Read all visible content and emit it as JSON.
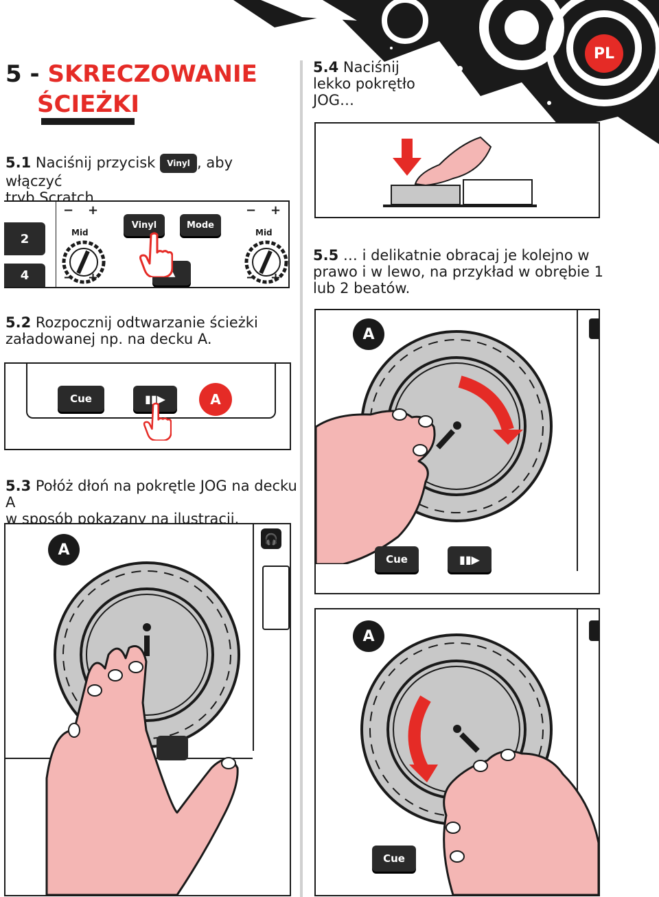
{
  "header": {
    "section_number": "5 -",
    "title_line1": "SKRECZOWANIE",
    "title_line2": "ŚCIEŻKI",
    "language_badge": "PL"
  },
  "steps": [
    {
      "num": "5.1",
      "text_before": "Naciśnij przycisk",
      "inline_button": "Vinyl",
      "text_after": ", aby włączyć",
      "text_line2": "tryb Scratch."
    },
    {
      "num": "5.2",
      "text_line1": "Rozpocznij odtwarzanie ścieżki",
      "text_line2": "załadowanej np. na decku A."
    },
    {
      "num": "5.3",
      "text_line1": "Połóż dłoń na pokrętle JOG na decku A",
      "text_line2": "w sposób pokazany na ilustracji."
    },
    {
      "num": "5.4",
      "text_line1": "Naciśnij",
      "text_line2": "lekko pokrętło",
      "text_line3": "JOG…"
    },
    {
      "num": "5.5",
      "text_line1": "… i delikatnie obracaj je kolejno w",
      "text_line2": "prawo i w lewo, na przykład w obrębie 1",
      "text_line3": "lub 2 beatów."
    }
  ],
  "controller_51": {
    "deck_left_top": "2",
    "deck_left_bottom": "4",
    "knob_left_label": "Mid",
    "knob_right_label": "Mid",
    "vinyl_button": "Vinyl",
    "mode_button": "Mode",
    "plus": "+",
    "minus": "−"
  },
  "controller_52": {
    "cue_button": "Cue",
    "deck_badge": "A"
  },
  "jog_53": {
    "deck_badge": "A"
  },
  "jog_55a": {
    "deck_badge": "A",
    "cue_button": "Cue"
  },
  "jog_55b": {
    "deck_badge": "A",
    "cue_button": "Cue"
  },
  "colors": {
    "accent_red": "#e52b26",
    "hand_pink": "#f4b6b4",
    "jog_grey": "#c8c8c8",
    "dark": "#1a1a1a"
  }
}
